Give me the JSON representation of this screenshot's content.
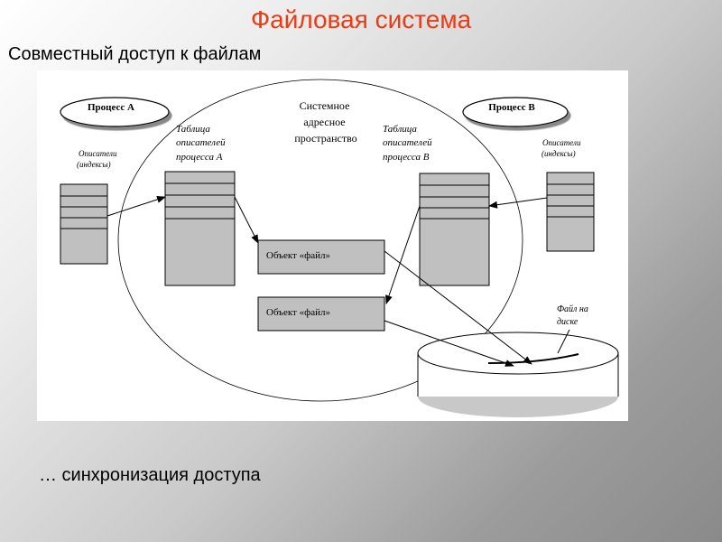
{
  "slide": {
    "title": "Файловая система",
    "subtitle": "Совместный доступ к файлам",
    "footer": "… синхронизация доступа"
  },
  "diagram": {
    "process_a": "Процесс А",
    "process_b": "Процесс В",
    "descriptors_a": [
      "Описатели",
      "(индексы)"
    ],
    "descriptors_b": [
      "Описатели",
      "(индексы)"
    ],
    "table_a": [
      "Таблица",
      "описателей",
      "процесса А"
    ],
    "table_b": [
      "Таблица",
      "описателей",
      "процесса В"
    ],
    "address_space": [
      "Системное",
      "адресное",
      "пространство"
    ],
    "file_object_1": "Объект «файл»",
    "file_object_2": "Объект «файл»",
    "file_on_disk": [
      "Файл на",
      "диске"
    ]
  },
  "colors": {
    "title": "#ee3a12",
    "box_fill": "#c0c0c0",
    "disk_fill": "#c8c8c8"
  }
}
